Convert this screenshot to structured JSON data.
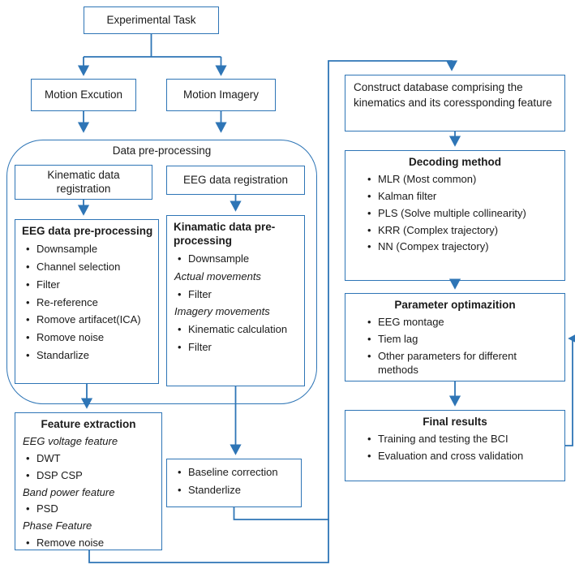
{
  "diagram": {
    "colors": {
      "line": "#2E75B6",
      "text": "#1b1b1b"
    },
    "title_box": {
      "label": "Experimental Task"
    },
    "motion_execution": {
      "label": "Motion Excution"
    },
    "motion_imagery": {
      "label": "Motion Imagery"
    },
    "preprocessing_container": {
      "label": "Data pre-processing"
    },
    "kinematic_registration": {
      "label": "Kinematic data registration"
    },
    "eeg_registration": {
      "label": "EEG data registration"
    },
    "eeg_preprocessing": {
      "title": "EEG data pre-processing",
      "items": [
        {
          "text": "Downsample",
          "style": "bullet"
        },
        {
          "text": "Channel selection",
          "style": "bullet"
        },
        {
          "text": "Filter",
          "style": "bullet"
        },
        {
          "text": "Re-reference",
          "style": "bullet"
        },
        {
          "text": "Romove artifacet(ICA)",
          "style": "bullet"
        },
        {
          "text": "Romove noise",
          "style": "bullet"
        },
        {
          "text": "Standarlize",
          "style": "bullet"
        }
      ]
    },
    "kinematic_preprocessing": {
      "title": "Kinamatic data pre-processing",
      "items": [
        {
          "text": "Downsample",
          "style": "bullet"
        },
        {
          "text": "Actual movements",
          "style": "label"
        },
        {
          "text": "Filter",
          "style": "bullet"
        },
        {
          "text": "Imagery movements",
          "style": "label"
        },
        {
          "text": "Kinematic calculation",
          "style": "bullet"
        },
        {
          "text": "Filter",
          "style": "bullet"
        }
      ]
    },
    "feature_extraction": {
      "title": "Feature extraction",
      "items": [
        {
          "text": "EEG voltage feature",
          "style": "label"
        },
        {
          "text": "DWT",
          "style": "bullet"
        },
        {
          "text": "DSP CSP",
          "style": "bullet"
        },
        {
          "text": "Band power feature",
          "style": "label"
        },
        {
          "text": "PSD",
          "style": "bullet"
        },
        {
          "text": "Phase Feature",
          "style": "label"
        },
        {
          "text": "Remove noise",
          "style": "bullet"
        }
      ]
    },
    "baseline": {
      "items": [
        {
          "text": "Baseline correction",
          "style": "bullet"
        },
        {
          "text": "Standerlize",
          "style": "bullet"
        }
      ]
    },
    "construct_database": {
      "label": "Construct database comprising the kinematics and its coressponding feature"
    },
    "decoding_method": {
      "title": "Decoding method",
      "items": [
        {
          "text": "MLR (Most common)",
          "style": "bullet"
        },
        {
          "text": "Kalman filter",
          "style": "bullet"
        },
        {
          "text": "PLS (Solve multiple collinearity)",
          "style": "bullet"
        },
        {
          "text": "KRR (Complex trajectory)",
          "style": "bullet"
        },
        {
          "text": "NN (Compex trajectory)",
          "style": "bullet"
        }
      ]
    },
    "parameter_optimization": {
      "title": "Parameter optimazition",
      "items": [
        {
          "text": "EEG montage",
          "style": "bullet"
        },
        {
          "text": "Tiem lag",
          "style": "bullet"
        },
        {
          "text": "Other parameters for different methods",
          "style": "bullet"
        }
      ]
    },
    "final_results": {
      "title": "Final results",
      "items": [
        {
          "text": "Training and testing the BCI",
          "style": "bullet"
        },
        {
          "text": "Evaluation and cross validation",
          "style": "bullet"
        }
      ]
    }
  }
}
